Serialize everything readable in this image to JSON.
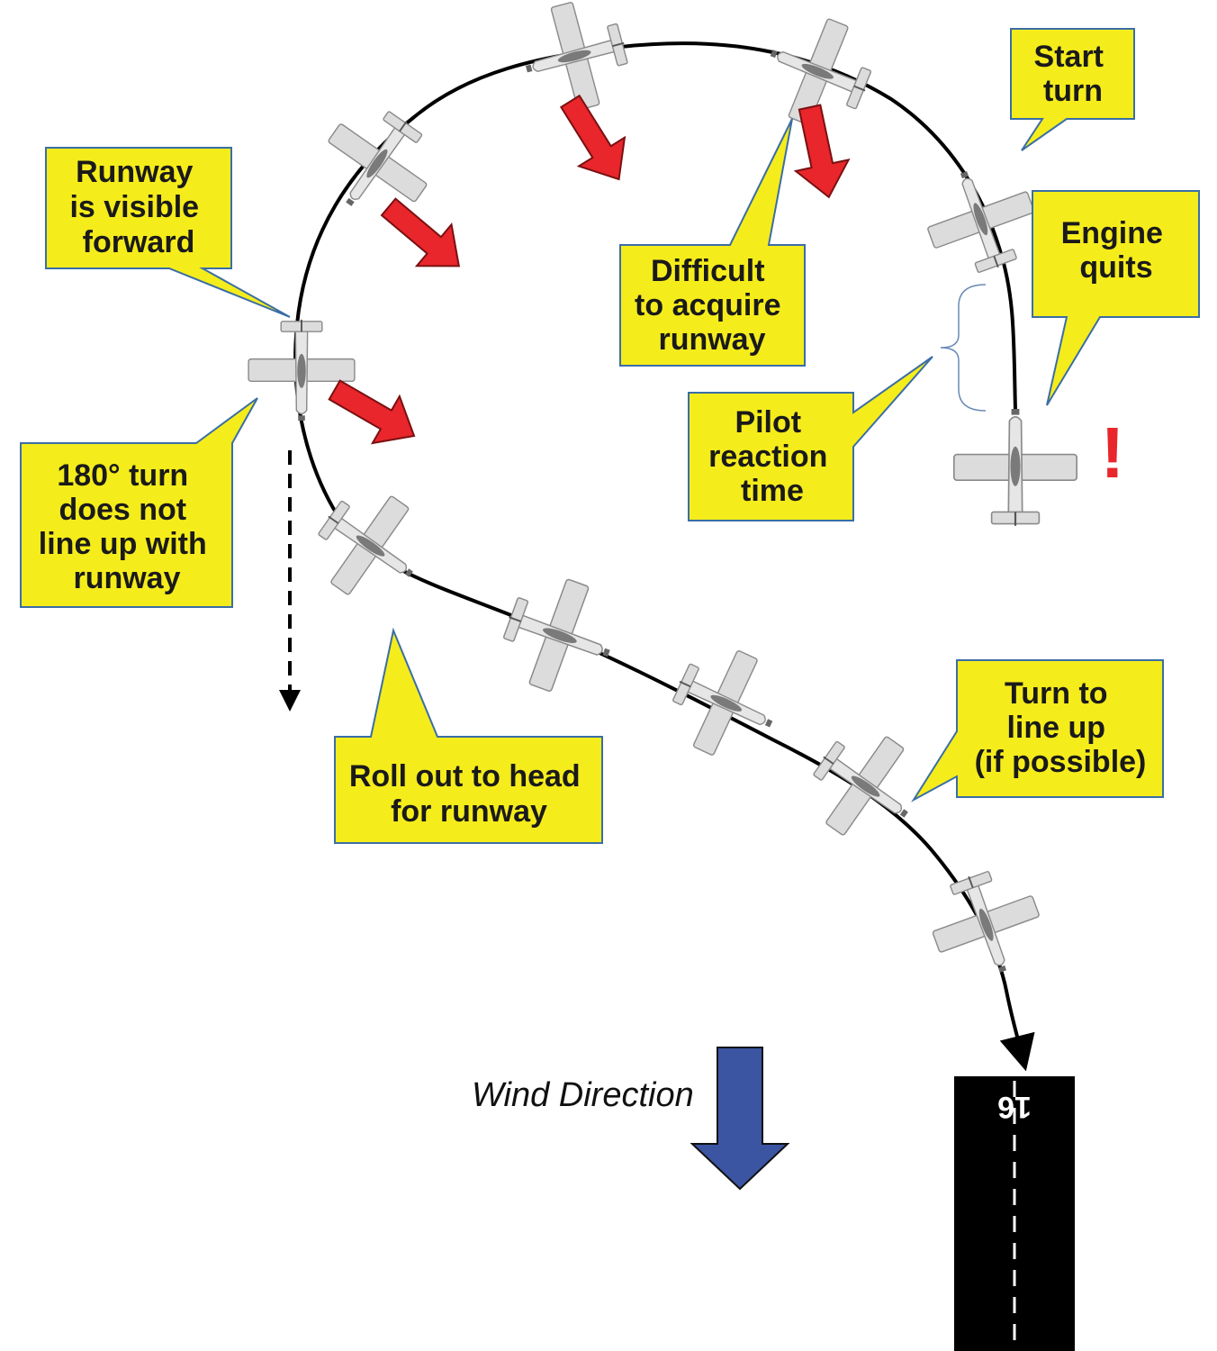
{
  "callouts": {
    "start_turn": [
      "Start",
      "turn"
    ],
    "engine_quits": [
      "Engine",
      "quits"
    ],
    "runway_visible": [
      "Runway",
      "is visible",
      "forward"
    ],
    "difficult": [
      "Difficult",
      "to acquire",
      "runway"
    ],
    "pilot_reaction": [
      "Pilot",
      "reaction",
      "time"
    ],
    "turn_180": [
      "180° turn",
      "does not",
      "line up with",
      "runway"
    ],
    "roll_out": [
      "Roll out to head",
      "for runway"
    ],
    "turn_line_up": [
      "Turn to",
      "line up",
      "(if possible)"
    ]
  },
  "wind_label": "Wind Direction",
  "runway_number": "16",
  "alert_mark": "!",
  "colors": {
    "callout_fill": "#f5ec1c",
    "callout_border": "#3a6ea5",
    "red_arrow": "#e8262b",
    "wind_arrow": "#3b55a3",
    "runway": "#000000",
    "aircraft": "#d9d9d9"
  }
}
